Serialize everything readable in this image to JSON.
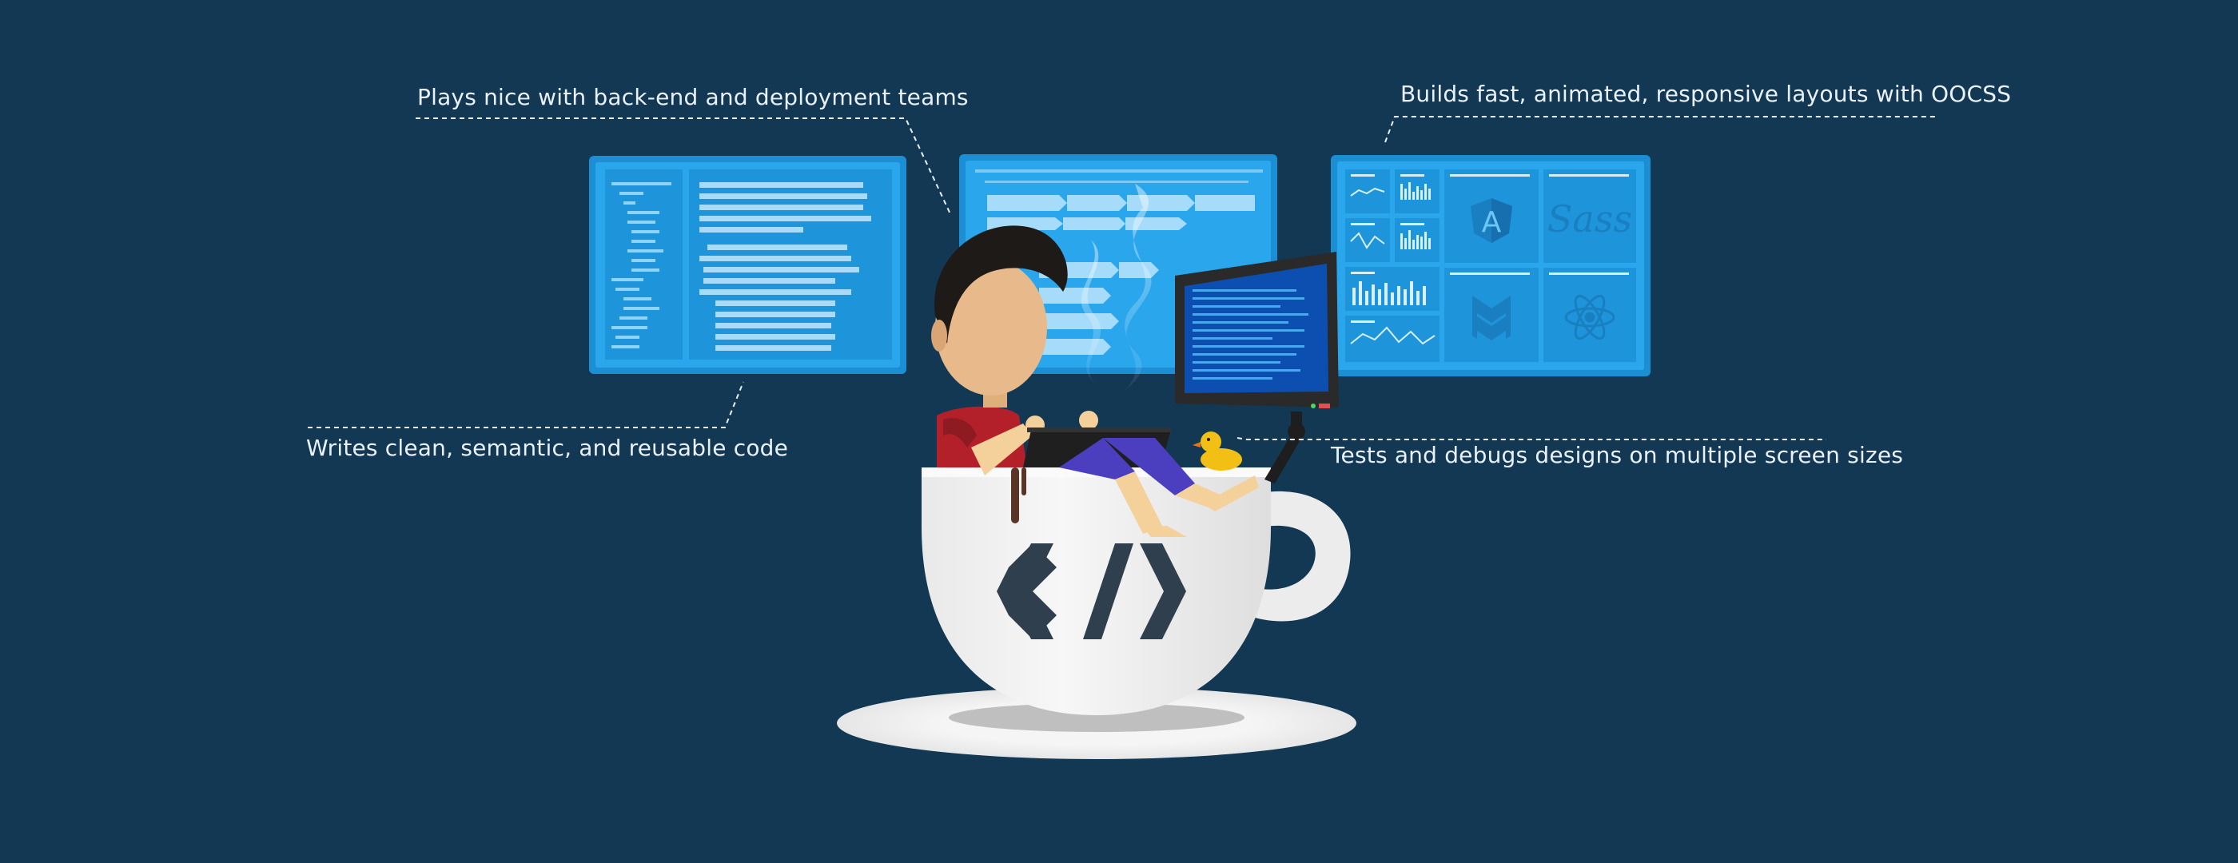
{
  "captions": {
    "top_left": "Plays nice with back-end and deployment teams",
    "top_right": "Builds fast, animated, responsive layouts with OOCSS",
    "bottom_left": "Writes clean, semantic, and reusable code",
    "bottom_right": "Tests and debugs designs on multiple screen sizes"
  },
  "colors": {
    "background": "#133854",
    "panel": "#1f9de0",
    "panel_inner": "#2aaaf0",
    "cup": "#f2f2f2",
    "code_symbol": "#2f3f4d"
  },
  "icons": {
    "cup_symbol": "code-brackets-icon",
    "panel_right_logos": [
      "angular-logo-icon",
      "sass-logo-icon",
      "backbone-logo-icon",
      "react-logo-icon"
    ],
    "duck": "rubber-duck-icon"
  }
}
